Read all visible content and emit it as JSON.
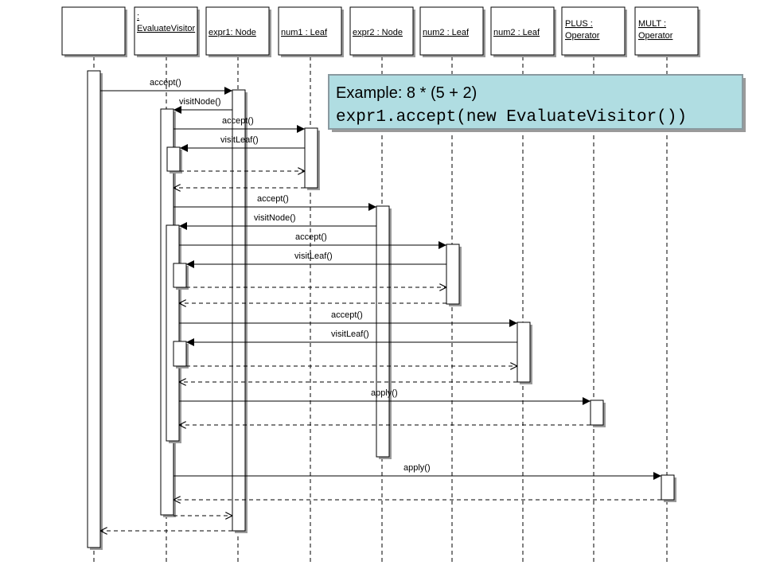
{
  "diagram": {
    "participants": [
      {
        "id": "actor",
        "label_lines": []
      },
      {
        "id": "evaluate-visitor",
        "label_lines": [
          ":",
          "EvaluateVisitor"
        ]
      },
      {
        "id": "expr1",
        "label_lines": [
          "expr1: Node"
        ]
      },
      {
        "id": "num1",
        "label_lines": [
          "num1 : Leaf"
        ]
      },
      {
        "id": "expr2",
        "label_lines": [
          "expr2 : Node"
        ]
      },
      {
        "id": "num2-a",
        "label_lines": [
          "num2 : Leaf"
        ]
      },
      {
        "id": "num2-b",
        "label_lines": [
          "num2 : Leaf"
        ]
      },
      {
        "id": "plus",
        "label_lines": [
          "PLUS :",
          "Operator"
        ]
      },
      {
        "id": "mult",
        "label_lines": [
          "MULT :",
          "Operator"
        ]
      }
    ],
    "messages": [
      {
        "text": "accept()",
        "from": "actor",
        "to": "expr1",
        "kind": "call"
      },
      {
        "text": "visitNode()",
        "from": "expr1",
        "to": "evaluate-visitor",
        "kind": "call"
      },
      {
        "text": "accept()",
        "from": "evaluate-visitor",
        "to": "num1",
        "kind": "call"
      },
      {
        "text": "visitLeaf()",
        "from": "num1",
        "to": "evaluate-visitor",
        "kind": "call"
      },
      {
        "text": "",
        "from": "evaluate-visitor",
        "to": "num1",
        "kind": "return"
      },
      {
        "text": "",
        "from": "num1",
        "to": "evaluate-visitor",
        "kind": "return"
      },
      {
        "text": "accept()",
        "from": "evaluate-visitor",
        "to": "expr2",
        "kind": "call"
      },
      {
        "text": "visitNode()",
        "from": "expr2",
        "to": "evaluate-visitor",
        "kind": "call"
      },
      {
        "text": "accept()",
        "from": "evaluate-visitor",
        "to": "num2-a",
        "kind": "call"
      },
      {
        "text": "visitLeaf()",
        "from": "num2-a",
        "to": "evaluate-visitor",
        "kind": "call"
      },
      {
        "text": "",
        "from": "evaluate-visitor",
        "to": "num2-a",
        "kind": "return"
      },
      {
        "text": "",
        "from": "num2-a",
        "to": "evaluate-visitor",
        "kind": "return"
      },
      {
        "text": "accept()",
        "from": "evaluate-visitor",
        "to": "num2-b",
        "kind": "call"
      },
      {
        "text": "visitLeaf()",
        "from": "num2-b",
        "to": "evaluate-visitor",
        "kind": "call"
      },
      {
        "text": "",
        "from": "evaluate-visitor",
        "to": "num2-b",
        "kind": "return"
      },
      {
        "text": "",
        "from": "num2-b",
        "to": "evaluate-visitor",
        "kind": "return"
      },
      {
        "text": "apply()",
        "from": "evaluate-visitor",
        "to": "plus",
        "kind": "call"
      },
      {
        "text": "",
        "from": "plus",
        "to": "evaluate-visitor",
        "kind": "return"
      },
      {
        "text": "apply()",
        "from": "evaluate-visitor",
        "to": "mult",
        "kind": "call"
      },
      {
        "text": "",
        "from": "mult",
        "to": "evaluate-visitor",
        "kind": "return"
      },
      {
        "text": "",
        "from": "evaluate-visitor",
        "to": "expr1",
        "kind": "return"
      },
      {
        "text": "",
        "from": "expr1",
        "to": "actor",
        "kind": "return"
      }
    ],
    "note": {
      "title": "Example:  8 * (5 + 2)",
      "code": "expr1.accept(new EvaluateVisitor())"
    },
    "colors": {
      "note_fill": "#b0dde2",
      "note_border": "#8a9aa0",
      "line": "#000000",
      "shadow": "#9a9a9a",
      "box_fill": "#ffffff"
    }
  }
}
